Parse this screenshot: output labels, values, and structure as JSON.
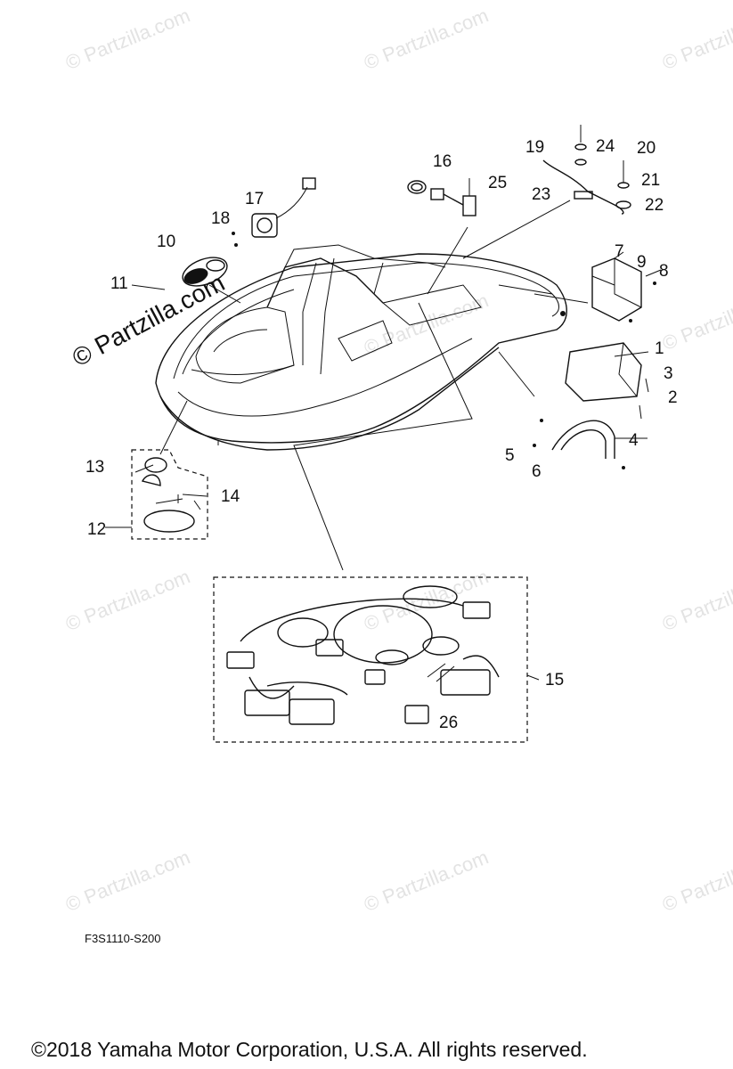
{
  "watermark": {
    "text": "© Partzilla.com",
    "positions": [
      "wm-1",
      "wm-2",
      "wm-3",
      "wm-4",
      "wm-5",
      "wm-6",
      "wm-7",
      "wm-8",
      "wm-9",
      "wm-10",
      "wm-11",
      "wm-12"
    ]
  },
  "callouts": [
    {
      "id": "1",
      "label": "1"
    },
    {
      "id": "2",
      "label": "2"
    },
    {
      "id": "3",
      "label": "3"
    },
    {
      "id": "4",
      "label": "4"
    },
    {
      "id": "5",
      "label": "5"
    },
    {
      "id": "6",
      "label": "6"
    },
    {
      "id": "7",
      "label": "7"
    },
    {
      "id": "8",
      "label": "8"
    },
    {
      "id": "9",
      "label": "9"
    },
    {
      "id": "10",
      "label": "10"
    },
    {
      "id": "11",
      "label": "11"
    },
    {
      "id": "12",
      "label": "12"
    },
    {
      "id": "13",
      "label": "13"
    },
    {
      "id": "14",
      "label": "14"
    },
    {
      "id": "15",
      "label": "15"
    },
    {
      "id": "16",
      "label": "16"
    },
    {
      "id": "17",
      "label": "17"
    },
    {
      "id": "18",
      "label": "18"
    },
    {
      "id": "19",
      "label": "19"
    },
    {
      "id": "20",
      "label": "20"
    },
    {
      "id": "21",
      "label": "21"
    },
    {
      "id": "22",
      "label": "22"
    },
    {
      "id": "23",
      "label": "23"
    },
    {
      "id": "24",
      "label": "24"
    },
    {
      "id": "25",
      "label": "25"
    },
    {
      "id": "26",
      "label": "26"
    }
  ],
  "diagram_code": "F3S1110-S200",
  "copyright": "©2018  Yamaha Motor Corporation, U.S.A. All rights reserved."
}
